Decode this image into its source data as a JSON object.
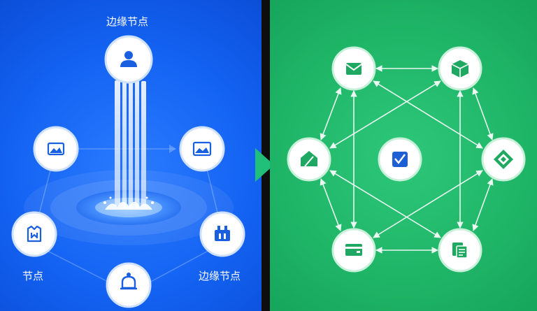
{
  "left_panel": {
    "top_label": "边缘节点",
    "bottom_left_label": "节点",
    "bottom_right_label": "边缘节点",
    "accent": "#1463f3",
    "nodes": [
      {
        "id": "top",
        "icon": "user-icon"
      },
      {
        "id": "upper-left",
        "icon": "image-icon"
      },
      {
        "id": "upper-right",
        "icon": "landscape-card-icon"
      },
      {
        "id": "lower-left",
        "icon": "shirt-icon"
      },
      {
        "id": "lower-right",
        "icon": "box-building-icon"
      },
      {
        "id": "bottom",
        "icon": "bell-icon"
      }
    ]
  },
  "right_panel": {
    "accent": "#1fb567",
    "nodes": [
      {
        "id": "top-left",
        "icon": "mail-box-icon"
      },
      {
        "id": "top-right",
        "icon": "cube-icon"
      },
      {
        "id": "mid-left",
        "icon": "house-icon"
      },
      {
        "id": "center",
        "icon": "check-board-icon"
      },
      {
        "id": "mid-right",
        "icon": "diamond-icon"
      },
      {
        "id": "bottom-left",
        "icon": "card-icon"
      },
      {
        "id": "bottom-right",
        "icon": "document-icon"
      }
    ]
  },
  "divider": {
    "icon": "arrow-right-icon",
    "color": "#20c07a"
  }
}
